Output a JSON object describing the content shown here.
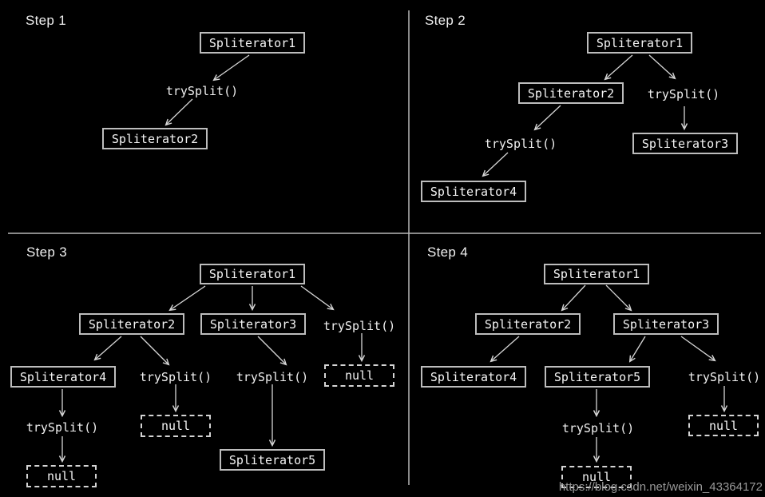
{
  "colors": {
    "background": "#000000",
    "box_border": "#bdbdbd",
    "null_border": "#d4d4d4",
    "text": "#f5f5f5",
    "arrow": "#d6d6d6",
    "divider": "#b7b7b7",
    "watermark": "#999999"
  },
  "watermark": "https://blog.csdn.net/weixin_43364172",
  "steps": {
    "step1": {
      "title": "Step 1",
      "spliterator1": "Spliterator1",
      "trysplit": "trySplit()",
      "spliterator2": "Spliterator2"
    },
    "step2": {
      "title": "Step 2",
      "spliterator1": "Spliterator1",
      "spliterator2": "Spliterator2",
      "trysplit_right": "trySplit()",
      "spliterator3": "Spliterator3",
      "trysplit_left": "trySplit()",
      "spliterator4": "Spliterator4"
    },
    "step3": {
      "title": "Step 3",
      "spliterator1": "Spliterator1",
      "spliterator2": "Spliterator2",
      "spliterator3": "Spliterator3",
      "trysplit_right": "trySplit()",
      "null_right": "null",
      "spliterator4": "Spliterator4",
      "trysplit_mid_left": "trySplit()",
      "trysplit_mid_right": "trySplit()",
      "null_mid": "null",
      "trysplit_bottom_left": "trySplit()",
      "null_bottom_left": "null",
      "spliterator5": "Spliterator5"
    },
    "step4": {
      "title": "Step 4",
      "spliterator1": "Spliterator1",
      "spliterator2": "Spliterator2",
      "spliterator3": "Spliterator3",
      "spliterator4": "Spliterator4",
      "spliterator5": "Spliterator5",
      "trysplit_right": "trySplit()",
      "null_right": "null",
      "trysplit_mid": "trySplit()",
      "null_bottom": "null"
    }
  }
}
